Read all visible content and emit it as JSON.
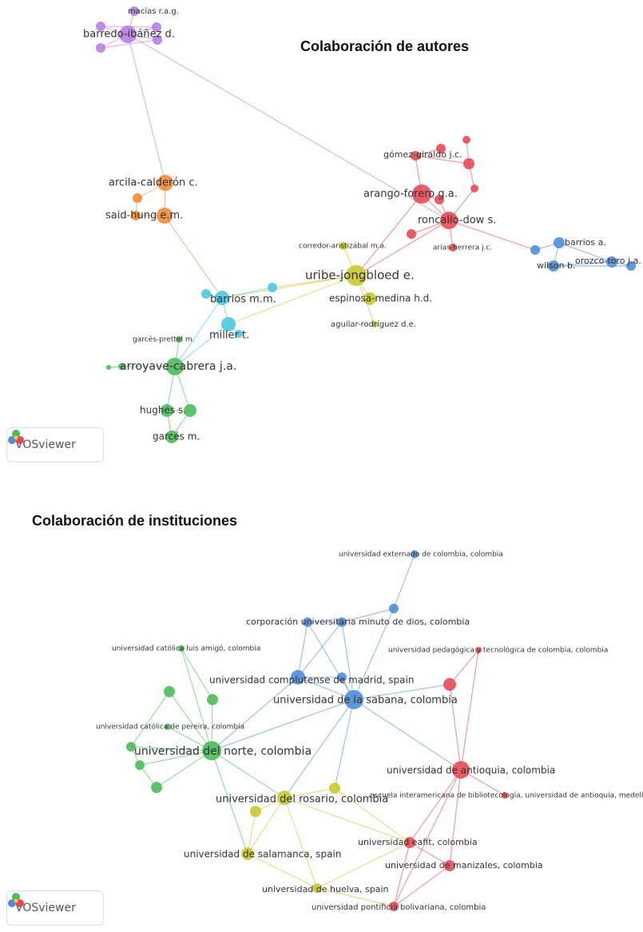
{
  "titles": {
    "authors": "Colaboración de autores",
    "institutions": "Colaboración de instituciones"
  },
  "logo_text": "VOSviewer",
  "colors": {
    "purple": "#b67fe0",
    "orange": "#f08c3a",
    "red": "#e84a55",
    "blue": "#4f8fd6",
    "cyan": "#4cc8e0",
    "green": "#4cbb5a",
    "yellow": "#c8c832"
  },
  "authors_network": {
    "nodes": [
      {
        "id": "macias",
        "label": "macías r.a.g.",
        "color": "purple"
      },
      {
        "id": "barredo",
        "label": "barredo-ibáñez d.",
        "color": "purple"
      },
      {
        "id": "pu1",
        "label": "",
        "color": "purple"
      },
      {
        "id": "pu2",
        "label": "",
        "color": "purple"
      },
      {
        "id": "pu3",
        "label": "",
        "color": "purple"
      },
      {
        "id": "pu4",
        "label": "",
        "color": "purple"
      },
      {
        "id": "arcila",
        "label": "arcila-calderón c.",
        "color": "orange"
      },
      {
        "id": "saidhung",
        "label": "said-hung e.m.",
        "color": "orange"
      },
      {
        "id": "or1",
        "label": "",
        "color": "orange"
      },
      {
        "id": "or2",
        "label": "",
        "color": "orange"
      },
      {
        "id": "gomez",
        "label": "gómez-giraldo j.c.",
        "color": "red"
      },
      {
        "id": "arango",
        "label": "arango-forero g.a.",
        "color": "red"
      },
      {
        "id": "roncallo",
        "label": "roncallo-dow s.",
        "color": "red"
      },
      {
        "id": "ariash",
        "label": "arias-herrera j.c.",
        "color": "red"
      },
      {
        "id": "r1",
        "label": "",
        "color": "red"
      },
      {
        "id": "r2",
        "label": "",
        "color": "red"
      },
      {
        "id": "r3",
        "label": "",
        "color": "red"
      },
      {
        "id": "r4",
        "label": "",
        "color": "red"
      },
      {
        "id": "r5",
        "label": "",
        "color": "red"
      },
      {
        "id": "r6",
        "label": "",
        "color": "red"
      },
      {
        "id": "barriosa",
        "label": "barrios a.",
        "color": "blue"
      },
      {
        "id": "wilson",
        "label": "wilson b.",
        "color": "blue"
      },
      {
        "id": "orozco",
        "label": "orozco-toro j.a.",
        "color": "blue"
      },
      {
        "id": "b1",
        "label": "",
        "color": "blue"
      },
      {
        "id": "b2",
        "label": "",
        "color": "blue"
      },
      {
        "id": "corredor",
        "label": "corredor-aristizábal m.a.",
        "color": "yellow"
      },
      {
        "id": "uribe",
        "label": "uribe-jongbloed e.",
        "color": "yellow"
      },
      {
        "id": "espinosa",
        "label": "espinosa-medina h.d.",
        "color": "yellow"
      },
      {
        "id": "aguilar",
        "label": "aguilar-rodríguez d.e.",
        "color": "yellow"
      },
      {
        "id": "barriosmm",
        "label": "barrios m.m.",
        "color": "cyan"
      },
      {
        "id": "miller",
        "label": "miller t.",
        "color": "cyan"
      },
      {
        "id": "c1",
        "label": "",
        "color": "cyan"
      },
      {
        "id": "c2",
        "label": "",
        "color": "cyan"
      },
      {
        "id": "c3",
        "label": "",
        "color": "cyan"
      },
      {
        "id": "garcesp",
        "label": "garcés-prettel m.",
        "color": "green"
      },
      {
        "id": "arroyave",
        "label": "arroyave-cabrera j.a.",
        "color": "green"
      },
      {
        "id": "hughes",
        "label": "hughes s.",
        "color": "green"
      },
      {
        "id": "garces",
        "label": "garcés m.",
        "color": "green"
      },
      {
        "id": "g1",
        "label": "",
        "color": "green"
      },
      {
        "id": "g2",
        "label": "",
        "color": "green"
      },
      {
        "id": "g3",
        "label": "",
        "color": "green"
      }
    ]
  },
  "institutions_network": {
    "nodes": [
      {
        "id": "externado",
        "label": "universidad externado de colombia, colombia",
        "color": "blue"
      },
      {
        "id": "minuto",
        "label": "corporación universitaria minuto de dios, colombia",
        "color": "blue"
      },
      {
        "id": "complutense",
        "label": "universidad complutense de madrid, spain",
        "color": "blue"
      },
      {
        "id": "sabana",
        "label": "universidad de la sabana, colombia",
        "color": "blue"
      },
      {
        "id": "bl1",
        "label": "",
        "color": "blue"
      },
      {
        "id": "bl2",
        "label": "",
        "color": "blue"
      },
      {
        "id": "bl3",
        "label": "",
        "color": "blue"
      },
      {
        "id": "amigo",
        "label": "universidad católica luis amigó, colombia",
        "color": "green"
      },
      {
        "id": "pereira",
        "label": "universidad católica de pereira, colombia",
        "color": "green"
      },
      {
        "id": "norte",
        "label": "universidad del norte, colombia",
        "color": "green"
      },
      {
        "id": "gr1",
        "label": "",
        "color": "green"
      },
      {
        "id": "gr2",
        "label": "",
        "color": "green"
      },
      {
        "id": "gr3",
        "label": "",
        "color": "green"
      },
      {
        "id": "gr4",
        "label": "",
        "color": "green"
      },
      {
        "id": "gr5",
        "label": "",
        "color": "green"
      },
      {
        "id": "pedagogica",
        "label": "universidad pedagógica y tecnológica de colombia, colombia",
        "color": "red"
      },
      {
        "id": "antioquia",
        "label": "universidad de antioquia, colombia",
        "color": "red"
      },
      {
        "id": "escuela",
        "label": "escuela interamericana de bibliotecología, universidad de antioquia, medellín, col",
        "color": "red"
      },
      {
        "id": "eafit",
        "label": "universidad eafit, colombia",
        "color": "red"
      },
      {
        "id": "manizales",
        "label": "universidad de manizales, colombia",
        "color": "red"
      },
      {
        "id": "bolivariana",
        "label": "universidad pontificia bolivariana, colombia",
        "color": "red"
      },
      {
        "id": "rd1",
        "label": "",
        "color": "red"
      },
      {
        "id": "rosario",
        "label": "universidad del rosario, colombia",
        "color": "yellow"
      },
      {
        "id": "salamanca",
        "label": "universidad de salamanca, spain",
        "color": "yellow"
      },
      {
        "id": "huelva",
        "label": "universidad de huelva, spain",
        "color": "yellow"
      },
      {
        "id": "ye1",
        "label": "",
        "color": "yellow"
      },
      {
        "id": "ye2",
        "label": "",
        "color": "yellow"
      }
    ]
  }
}
